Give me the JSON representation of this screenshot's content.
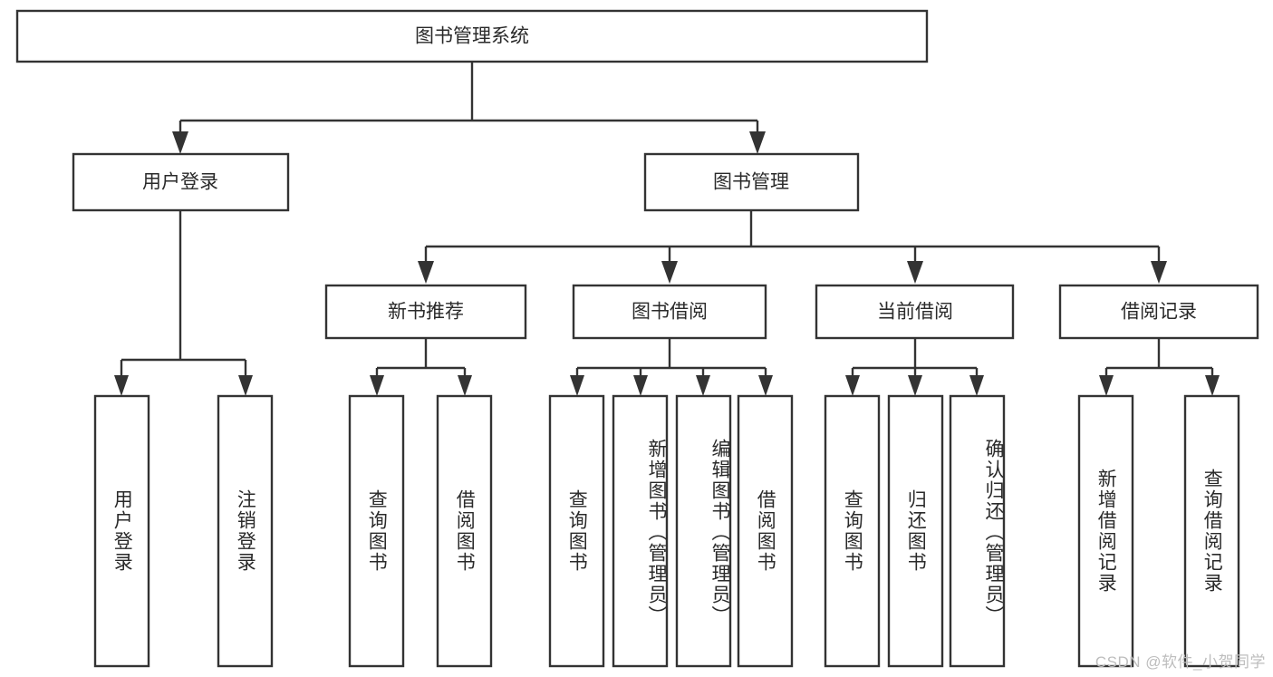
{
  "diagram": {
    "title": "图书管理系统",
    "type": "tree",
    "background_color": "#ffffff",
    "box_stroke_color": "#333333",
    "text_color": "#2a2a2a",
    "root": {
      "id": "root",
      "label": "图书管理系统",
      "orientation": "horizontal"
    },
    "level2": [
      {
        "id": "user-login",
        "label": "用户登录",
        "orientation": "horizontal"
      },
      {
        "id": "book-manage",
        "label": "图书管理",
        "orientation": "horizontal"
      }
    ],
    "level3": [
      {
        "id": "new-book-recommend",
        "label": "新书推荐",
        "orientation": "horizontal"
      },
      {
        "id": "book-borrow",
        "label": "图书借阅",
        "orientation": "horizontal"
      },
      {
        "id": "current-borrow",
        "label": "当前借阅",
        "orientation": "horizontal"
      },
      {
        "id": "borrow-record",
        "label": "借阅记录",
        "orientation": "horizontal"
      }
    ],
    "leaves": [
      {
        "id": "leaf-user-login",
        "label": "用户登录",
        "parent": "user-login",
        "orientation": "vertical",
        "align": "center"
      },
      {
        "id": "leaf-logout",
        "label": "注销登录",
        "parent": "user-login",
        "orientation": "vertical",
        "align": "center"
      },
      {
        "id": "leaf-query-book-1",
        "label": "查询图书",
        "parent": "new-book-recommend",
        "orientation": "vertical",
        "align": "center"
      },
      {
        "id": "leaf-borrow-book-1",
        "label": "借阅图书",
        "parent": "new-book-recommend",
        "orientation": "vertical",
        "align": "center"
      },
      {
        "id": "leaf-query-book-2",
        "label": "查询图书",
        "parent": "book-borrow",
        "orientation": "vertical",
        "align": "center"
      },
      {
        "id": "leaf-add-book",
        "label": "新增图书（管理员）",
        "parent": "book-borrow",
        "orientation": "vertical",
        "align": "top"
      },
      {
        "id": "leaf-edit-book",
        "label": "编辑图书（管理员）",
        "parent": "book-borrow",
        "orientation": "vertical",
        "align": "top"
      },
      {
        "id": "leaf-borrow-book-2",
        "label": "借阅图书",
        "parent": "book-borrow",
        "orientation": "vertical",
        "align": "center"
      },
      {
        "id": "leaf-query-book-3",
        "label": "查询图书",
        "parent": "current-borrow",
        "orientation": "vertical",
        "align": "center"
      },
      {
        "id": "leaf-return-book",
        "label": "归还图书",
        "parent": "current-borrow",
        "orientation": "vertical",
        "align": "center"
      },
      {
        "id": "leaf-confirm-return",
        "label": "确认归还（管理员）",
        "parent": "current-borrow",
        "orientation": "vertical",
        "align": "top"
      },
      {
        "id": "leaf-add-record",
        "label": "新增借阅记录",
        "parent": "borrow-record",
        "orientation": "vertical",
        "align": "center"
      },
      {
        "id": "leaf-query-record",
        "label": "查询借阅记录",
        "parent": "borrow-record",
        "orientation": "vertical",
        "align": "center"
      }
    ]
  },
  "watermark": {
    "text": "CSDN @软件_小贺同学"
  }
}
